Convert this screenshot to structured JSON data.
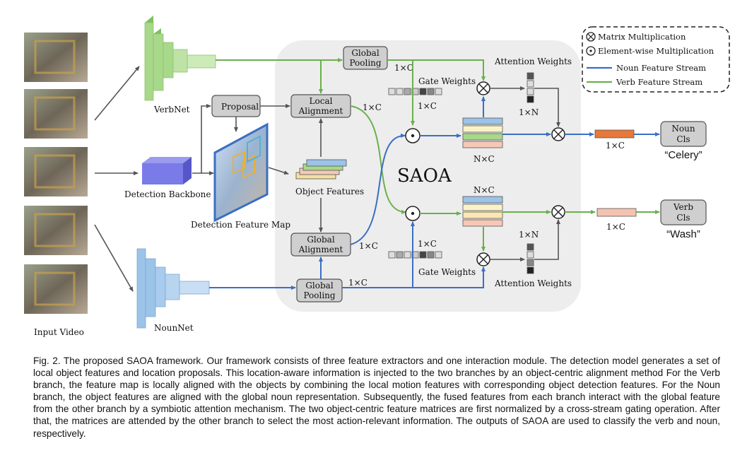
{
  "figure": {
    "input_video": "Input Video",
    "verbnet": "VerbNet",
    "nounnet": "NounNet",
    "detection_backbone": "Detection Backbone",
    "detection_feature_map": "Detection Feature Map",
    "proposal": "Proposal",
    "local_alignment": [
      "Local",
      "Alignment"
    ],
    "global_alignment": [
      "Global",
      "Alignment"
    ],
    "object_features": "Object Features",
    "global_pooling": [
      "Global",
      "Pooling"
    ],
    "gate_weights": "Gate Weights",
    "attention_weights": "Attention Weights",
    "saoa": "SAOA",
    "dim_1xC": "1×C",
    "dim_1xN": "1×N",
    "dim_NxC": "N×C",
    "noun_cls": [
      "Noun",
      "Cls"
    ],
    "verb_cls": [
      "Verb",
      "Cls"
    ],
    "noun_prediction": "“Celery”",
    "verb_prediction": "“Wash”",
    "legend": {
      "matrix_multiplication": "Matrix Multiplication",
      "elementwise_multiplication": "Element-wise Multiplication",
      "noun_stream": "Noun Feature Stream",
      "verb_stream": "Verb Feature Stream"
    },
    "colors": {
      "noun_stream": "#3a6fc4",
      "verb_stream": "#6ab04c",
      "verbnet_block": "#a8d88a",
      "nounnet_block": "#9cc3e8",
      "backbone_block": "#7a7ae8",
      "saoa_panel": "#ededed",
      "noun_output": "#e8773a",
      "verb_output": "#f5c2b0"
    }
  },
  "caption": "Fig. 2. The proposed SAOA framework. Our framework consists of three feature extractors and one interaction module. The detection model generates a set of local object features and location proposals. This location-aware information is injected to the two branches by an object-centric alignment method For the Verb branch, the feature map is locally aligned with the objects by combining the local motion features with corresponding object detection features. For the Noun branch, the object features are aligned with the global noun representation. Subsequently, the fused features from each branch interact with the global feature from the other branch by a symbiotic attention mechanism. The two object-centric feature matrices are first normalized by a cross-stream gating operation. After that, the matrices are attended by the other branch to select the most action-relevant information. The outputs of SAOA are used to classify the verb and noun, respectively."
}
